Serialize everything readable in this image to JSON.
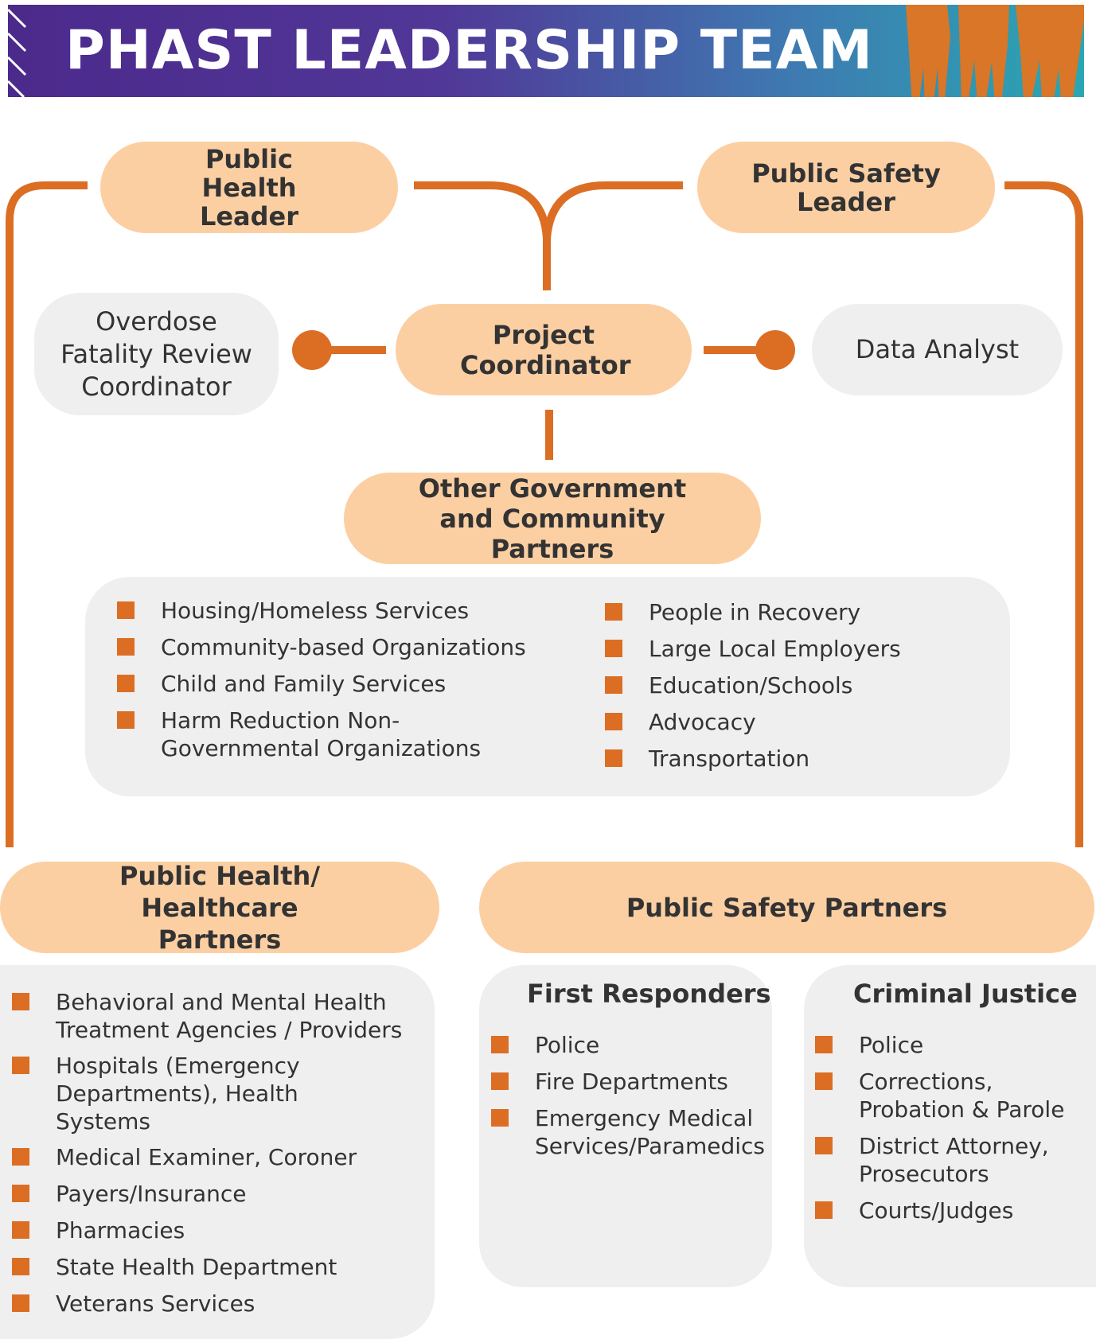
{
  "header": {
    "title": "PHAST LEADERSHIP TEAM"
  },
  "leaders": {
    "public_health": "Public Health Leader",
    "public_safety": "Public Safety Leader"
  },
  "coordinator": {
    "title": "Project Coordinator",
    "left_role": "Overdose Fatality Review Coordinator",
    "right_role": "Data Analyst"
  },
  "other_partners": {
    "title": "Other Government and Community Partners",
    "left_items": [
      "Housing/Homeless Services",
      "Community-based Organizations",
      "Child and Family Services",
      "Harm Reduction Non-Governmental Organizations"
    ],
    "right_items": [
      "People in Recovery",
      "Large Local Employers",
      "Education/Schools",
      "Advocacy",
      "Transportation"
    ]
  },
  "health_partners": {
    "title": "Public Health/ Healthcare Partners",
    "items": [
      "Behavioral and Mental Health Treatment Agencies / Providers",
      "Hospitals (Emergency Departments), Health Systems",
      "Medical Examiner, Coroner",
      "Payers/Insurance",
      "Pharmacies",
      "State Health Department",
      "Veterans Services"
    ]
  },
  "safety_partners": {
    "title": "Public Safety Partners",
    "first_responders": {
      "title": "First Responders",
      "items": [
        "Police",
        "Fire Departments",
        "Emergency Medical Services/Paramedics"
      ]
    },
    "criminal_justice": {
      "title": "Criminal Justice",
      "items": [
        "Police",
        "Corrections, Probation & Parole",
        "District Attorney, Prosecutors",
        "Courts/Judges"
      ]
    }
  },
  "colors": {
    "accent_orange": "#dc6e24",
    "pill_peach": "#fccfa3",
    "card_gray": "#efefef",
    "banner_start": "#4b2a8c",
    "banner_end": "#2aa7b2"
  }
}
